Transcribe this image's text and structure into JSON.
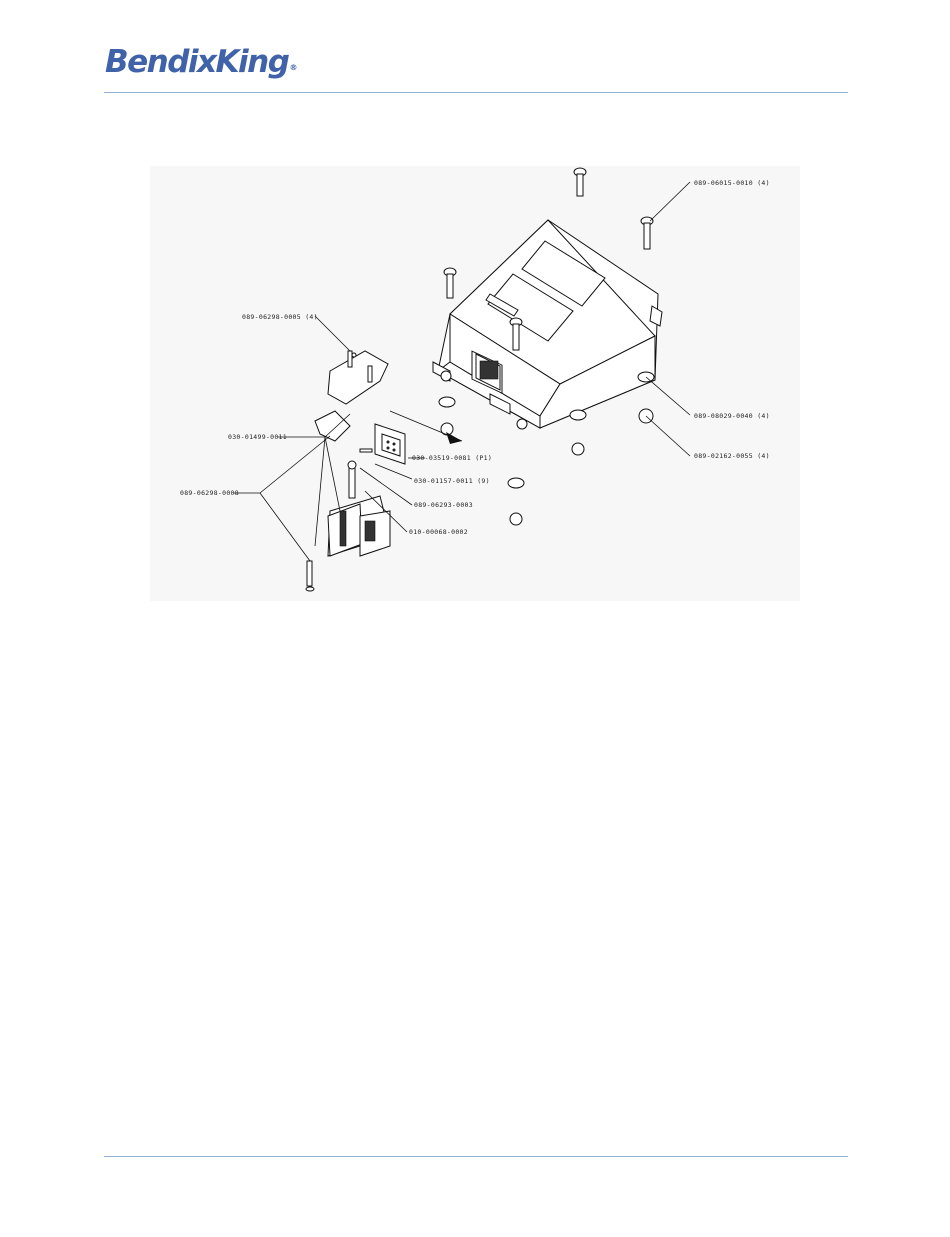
{
  "header": {
    "logo_text": "BendixKing",
    "logo_registered": "®",
    "brand_color": "#3f62a8",
    "rule_color": "#8fb3d2"
  },
  "figure": {
    "callouts": {
      "screw_top": "089-06015-0010 (4)",
      "screw_bracket": "089-06298-0005 (4)",
      "bracket": "030-01499-0011",
      "screw_clamp": "089-06298-0008",
      "connector": "030-03519-0081 (P1)",
      "pin": "030-01157-0011 (9)",
      "washer": "089-08029-0040 (4)",
      "nut": "089-02162-0055 (4)",
      "screw_small": "089-06293-0003",
      "clamp": "010-00068-0002"
    }
  }
}
